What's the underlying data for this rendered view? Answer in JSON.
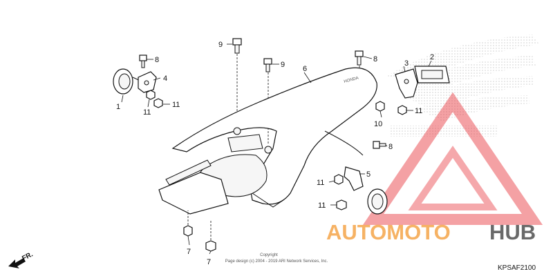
{
  "diagram": {
    "callouts": [
      {
        "id": "c1",
        "text": "1"
      },
      {
        "id": "c2",
        "text": "2"
      },
      {
        "id": "c3",
        "text": "3"
      },
      {
        "id": "c4",
        "text": "4"
      },
      {
        "id": "c5",
        "text": "5"
      },
      {
        "id": "c6",
        "text": "6"
      },
      {
        "id": "c7a",
        "text": "7"
      },
      {
        "id": "c7b",
        "text": "7"
      },
      {
        "id": "c8a",
        "text": "8"
      },
      {
        "id": "c8b",
        "text": "8"
      },
      {
        "id": "c8c",
        "text": "8"
      },
      {
        "id": "c9a",
        "text": "9"
      },
      {
        "id": "c9b",
        "text": "9"
      },
      {
        "id": "c10",
        "text": "10"
      },
      {
        "id": "c11a",
        "text": "11"
      },
      {
        "id": "c11b",
        "text": "11"
      },
      {
        "id": "c11c",
        "text": "11"
      },
      {
        "id": "c11d",
        "text": "11"
      },
      {
        "id": "c11e",
        "text": "11"
      }
    ],
    "part_stamp": "HONDA",
    "direction_label": "FR.",
    "copyright_line1": "Copyright",
    "copyright_line2": "Page design (c) 2004 - 2019 ARI Network Services, Inc.",
    "diagram_code": "KPSAF2100"
  },
  "watermark": {
    "brand_primary": "AUTOMOTO",
    "brand_secondary": "HUB",
    "colors": {
      "orange": "#f5a54a",
      "red": "#e8343c",
      "dark": "#444444"
    }
  },
  "background_logo": "honda-wing-logo"
}
